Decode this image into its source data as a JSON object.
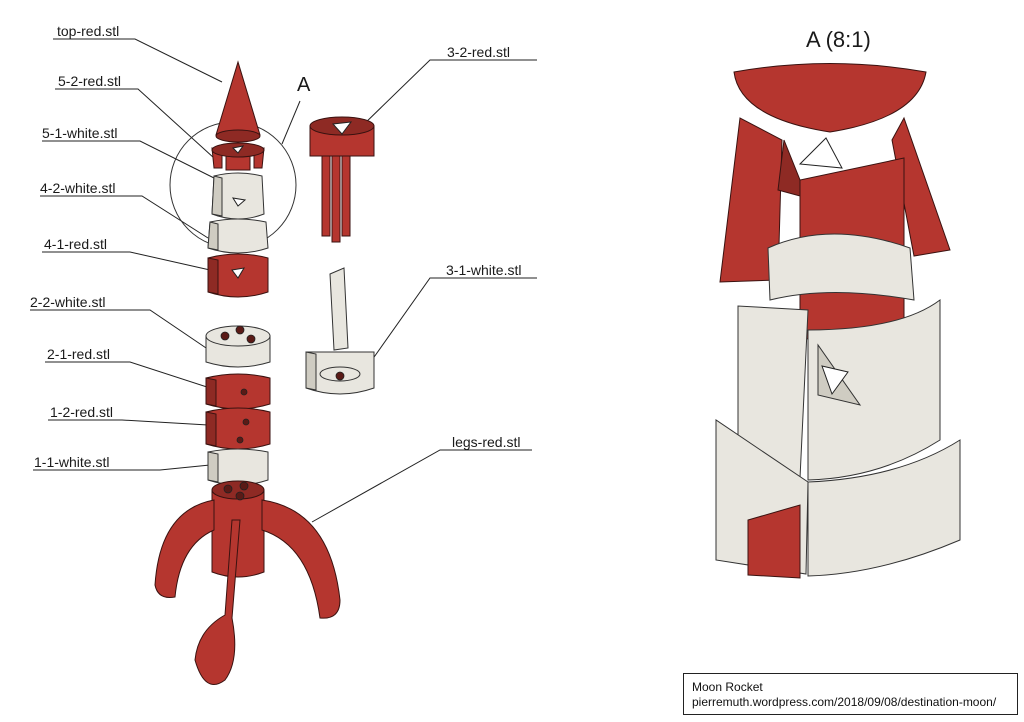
{
  "labels": {
    "top_red": "top-red.stl",
    "p5_2_red": "5-2-red.stl",
    "p5_1_white": "5-1-white.stl",
    "p4_2_white": "4-2-white.stl",
    "p4_1_red": "4-1-red.stl",
    "p2_2_white": "2-2-white.stl",
    "p2_1_red": "2-1-red.stl",
    "p1_2_red": "1-2-red.stl",
    "p1_1_white": "1-1-white.stl",
    "p3_2_red": "3-2-red.stl",
    "p3_1_white": "3-1-white.stl",
    "legs_red": "legs-red.stl"
  },
  "callout": "A",
  "detail_title": "A (8:1)",
  "titleblock": {
    "name": "Moon Rocket",
    "url": "pierremuth.wordpress.com/2018/09/08/destination-moon/"
  },
  "colors": {
    "red": "#b5362f",
    "red_dark": "#8a2823",
    "white": "#e8e6df",
    "white_dark": "#c9c6bc",
    "outline": "#2a1414",
    "leader": "#222222"
  }
}
